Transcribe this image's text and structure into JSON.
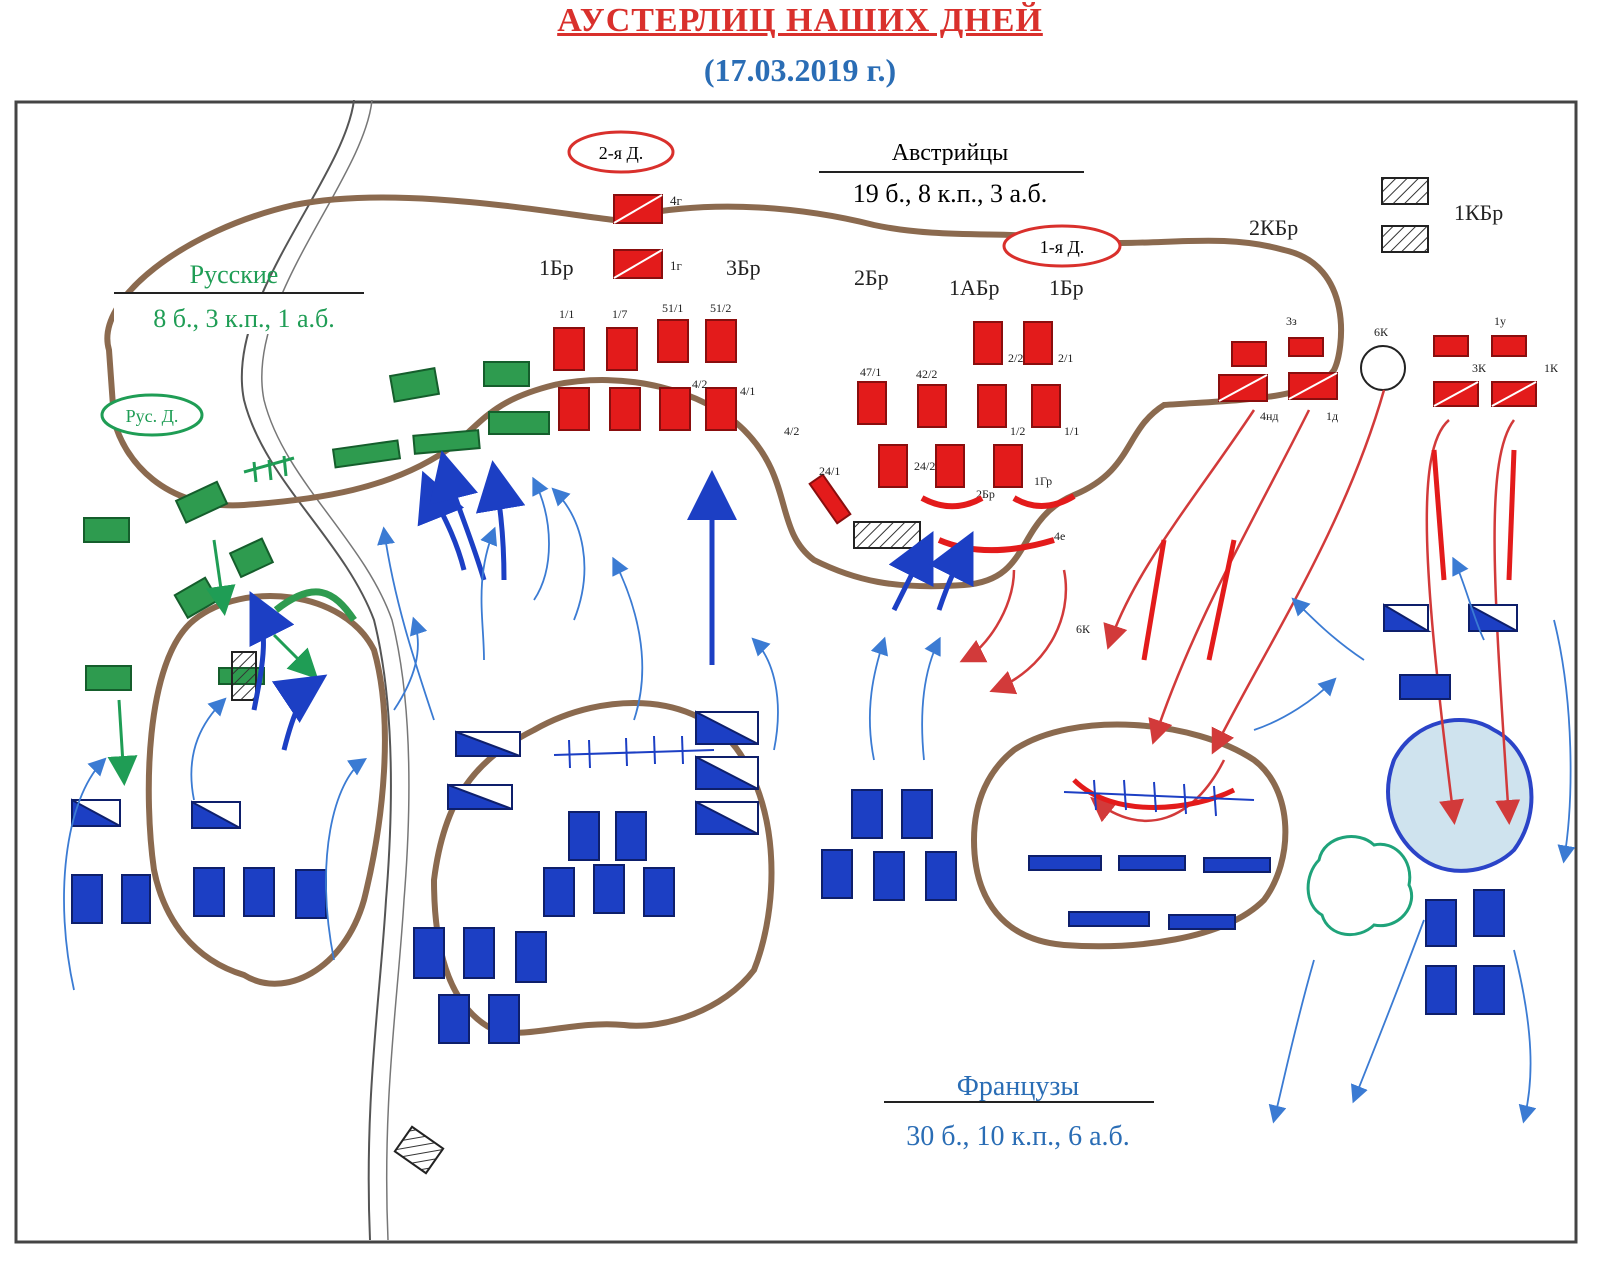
{
  "title": "АУСТЕРЛИЦ НАШИХ ДНЕЙ",
  "subtitle": "(17.03.2019 г.)",
  "colors": {
    "russians": "#1f9d55",
    "austrians": "#e31b1b",
    "french": "#1c3fc4",
    "terrain": "#8b6a4f",
    "arrows_blue": "#3b7bd3",
    "arrows_red": "#d23a3a"
  },
  "factions": {
    "russians": {
      "name": "Русские",
      "strength": "8 б., 3 к.п., 1 а.б.",
      "division": "Рус. Д."
    },
    "austrians": {
      "name": "Австрийцы",
      "strength": "19 б., 8 к.п., 3 а.б.",
      "division_1": "1-я Д.",
      "division_2": "2-я Д."
    },
    "french": {
      "name": "Французы",
      "strength": "30 б., 10 к.п., 6 а.б."
    }
  },
  "unit_labels": {
    "brigades": {
      "b1": "1Бр",
      "b3": "3Бр",
      "b2": "2Бр",
      "b1a": "1АБр",
      "b1b": "1Бр",
      "kb2": "2КБр",
      "kb1": "1КБр"
    },
    "regiments": {
      "r4g": "4г",
      "r1g": "1г",
      "r11": "1/1",
      "r17": "1/7",
      "r511": "51/1",
      "r512": "51/2",
      "r42": "4/2",
      "r41": "4/1",
      "r472": "4/2",
      "r241": "24/1",
      "r471": "47/1",
      "r422": "42/2",
      "r22": "2/2",
      "r21": "2/1",
      "r242": "24/2",
      "r12": "1/2",
      "r11b": "1/1",
      "r2br": "2Бр",
      "r1gr": "1Гр",
      "r4e": "4е",
      "r33": "3з",
      "r4hd": "4нд",
      "r1d": "1д",
      "r6k": "6К",
      "r1u": "1у",
      "r3k": "3К",
      "r1k": "1К",
      "r6kb": "6К"
    }
  }
}
